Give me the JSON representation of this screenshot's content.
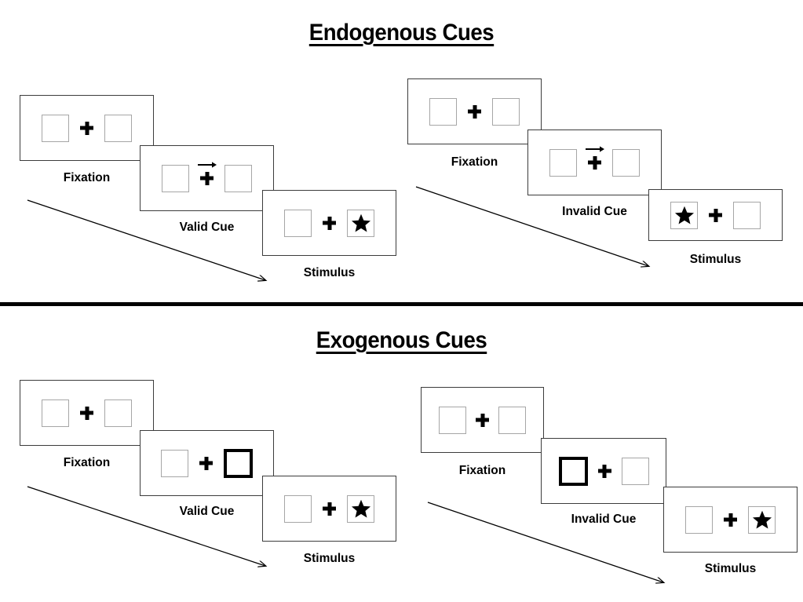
{
  "figure": {
    "title_endogenous": "Endogenous Cues",
    "title_exogenous": "Exogenous Cues",
    "divider_color": "#000000",
    "box_border_color": "#a6a6a6",
    "cued_box_border_color": "#000000",
    "panel_border_color": "#3c3c3c",
    "star_color": "#000000",
    "cross_color": "#000000"
  },
  "sections": [
    {
      "id": "endogenous",
      "title": "Endogenous Cues",
      "cue_type": "arrow",
      "sequences": [
        {
          "id": "endogenous-valid",
          "cue_condition": "Valid Cue",
          "panels": [
            {
              "caption": "Fixation",
              "left_box": {
                "cued": false,
                "star": false
              },
              "right_box": {
                "cued": false,
                "star": false
              },
              "arrow_cue": "none"
            },
            {
              "caption": "Valid Cue",
              "left_box": {
                "cued": false,
                "star": false
              },
              "right_box": {
                "cued": false,
                "star": false
              },
              "arrow_cue": "right"
            },
            {
              "caption": "Stimulus",
              "left_box": {
                "cued": false,
                "star": false
              },
              "right_box": {
                "cued": false,
                "star": true
              },
              "arrow_cue": "none"
            }
          ]
        },
        {
          "id": "endogenous-invalid",
          "cue_condition": "Invalid Cue",
          "panels": [
            {
              "caption": "Fixation",
              "left_box": {
                "cued": false,
                "star": false
              },
              "right_box": {
                "cued": false,
                "star": false
              },
              "arrow_cue": "none"
            },
            {
              "caption": "Invalid Cue",
              "left_box": {
                "cued": false,
                "star": false
              },
              "right_box": {
                "cued": false,
                "star": false
              },
              "arrow_cue": "right"
            },
            {
              "caption": "Stimulus",
              "left_box": {
                "cued": false,
                "star": true
              },
              "right_box": {
                "cued": false,
                "star": false
              },
              "arrow_cue": "none"
            }
          ]
        }
      ]
    },
    {
      "id": "exogenous",
      "title": "Exogenous Cues",
      "cue_type": "box-highlight",
      "sequences": [
        {
          "id": "exogenous-valid",
          "cue_condition": "Valid Cue",
          "panels": [
            {
              "caption": "Fixation",
              "left_box": {
                "cued": false,
                "star": false
              },
              "right_box": {
                "cued": false,
                "star": false
              },
              "arrow_cue": "none"
            },
            {
              "caption": "Valid Cue",
              "left_box": {
                "cued": false,
                "star": false
              },
              "right_box": {
                "cued": true,
                "star": false
              },
              "arrow_cue": "none"
            },
            {
              "caption": "Stimulus",
              "left_box": {
                "cued": false,
                "star": false
              },
              "right_box": {
                "cued": false,
                "star": true
              },
              "arrow_cue": "none"
            }
          ]
        },
        {
          "id": "exogenous-invalid",
          "cue_condition": "Invalid Cue",
          "panels": [
            {
              "caption": "Fixation",
              "left_box": {
                "cued": false,
                "star": false
              },
              "right_box": {
                "cued": false,
                "star": false
              },
              "arrow_cue": "none"
            },
            {
              "caption": "Invalid Cue",
              "left_box": {
                "cued": true,
                "star": false
              },
              "right_box": {
                "cued": false,
                "star": false
              },
              "arrow_cue": "none"
            },
            {
              "caption": "Stimulus",
              "left_box": {
                "cued": false,
                "star": false
              },
              "right_box": {
                "cued": false,
                "star": true
              },
              "arrow_cue": "none"
            }
          ]
        }
      ]
    }
  ],
  "labels": {
    "fixation": "Fixation",
    "valid_cue": "Valid Cue",
    "invalid_cue": "Invalid Cue",
    "stimulus": "Stimulus"
  },
  "captions_flat": [
    "Fixation",
    "Valid Cue",
    "Stimulus",
    "Fixation",
    "Invalid Cue",
    "Stimulus",
    "Fixation",
    "Valid Cue",
    "Stimulus",
    "Fixation",
    "Invalid Cue",
    "Stimulus"
  ],
  "titles_flat": [
    "Endogenous Cues",
    "Exogenous Cues"
  ]
}
